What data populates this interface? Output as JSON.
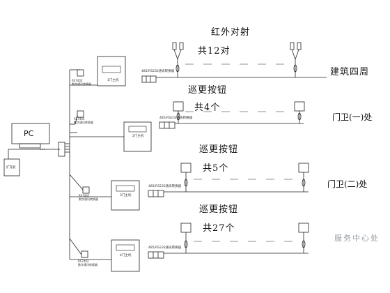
{
  "pc": {
    "label": "PC",
    "extender": "扩充机"
  },
  "zones": [
    {
      "device_title": "红外对射",
      "count": "共12对",
      "area": "建筑四周",
      "converter": "485/RS232通讯转换器",
      "controller": "1门主机",
      "module": "RS7402 \n数字通讯转换器"
    },
    {
      "device_title": "巡更按钮",
      "count": "共4个",
      "area": "门卫(一)处",
      "converter": "485/RS232通讯转换器",
      "controller": "2门主机",
      "module": "RS7402\n数字通讯转换器"
    },
    {
      "device_title": "巡更按钮",
      "count": "共5个",
      "area": "门卫(二)处",
      "converter": "485/RS232通讯转换器",
      "controller": "3门主机",
      "module": "RS7402\n数字通讯转换器"
    },
    {
      "device_title": "巡更按钮",
      "count": "共27个",
      "area": "服务中心处",
      "converter": "485/RS232通讯转换器",
      "controller": "4门主机",
      "module": "RS7402\n数字通讯转换器"
    }
  ]
}
